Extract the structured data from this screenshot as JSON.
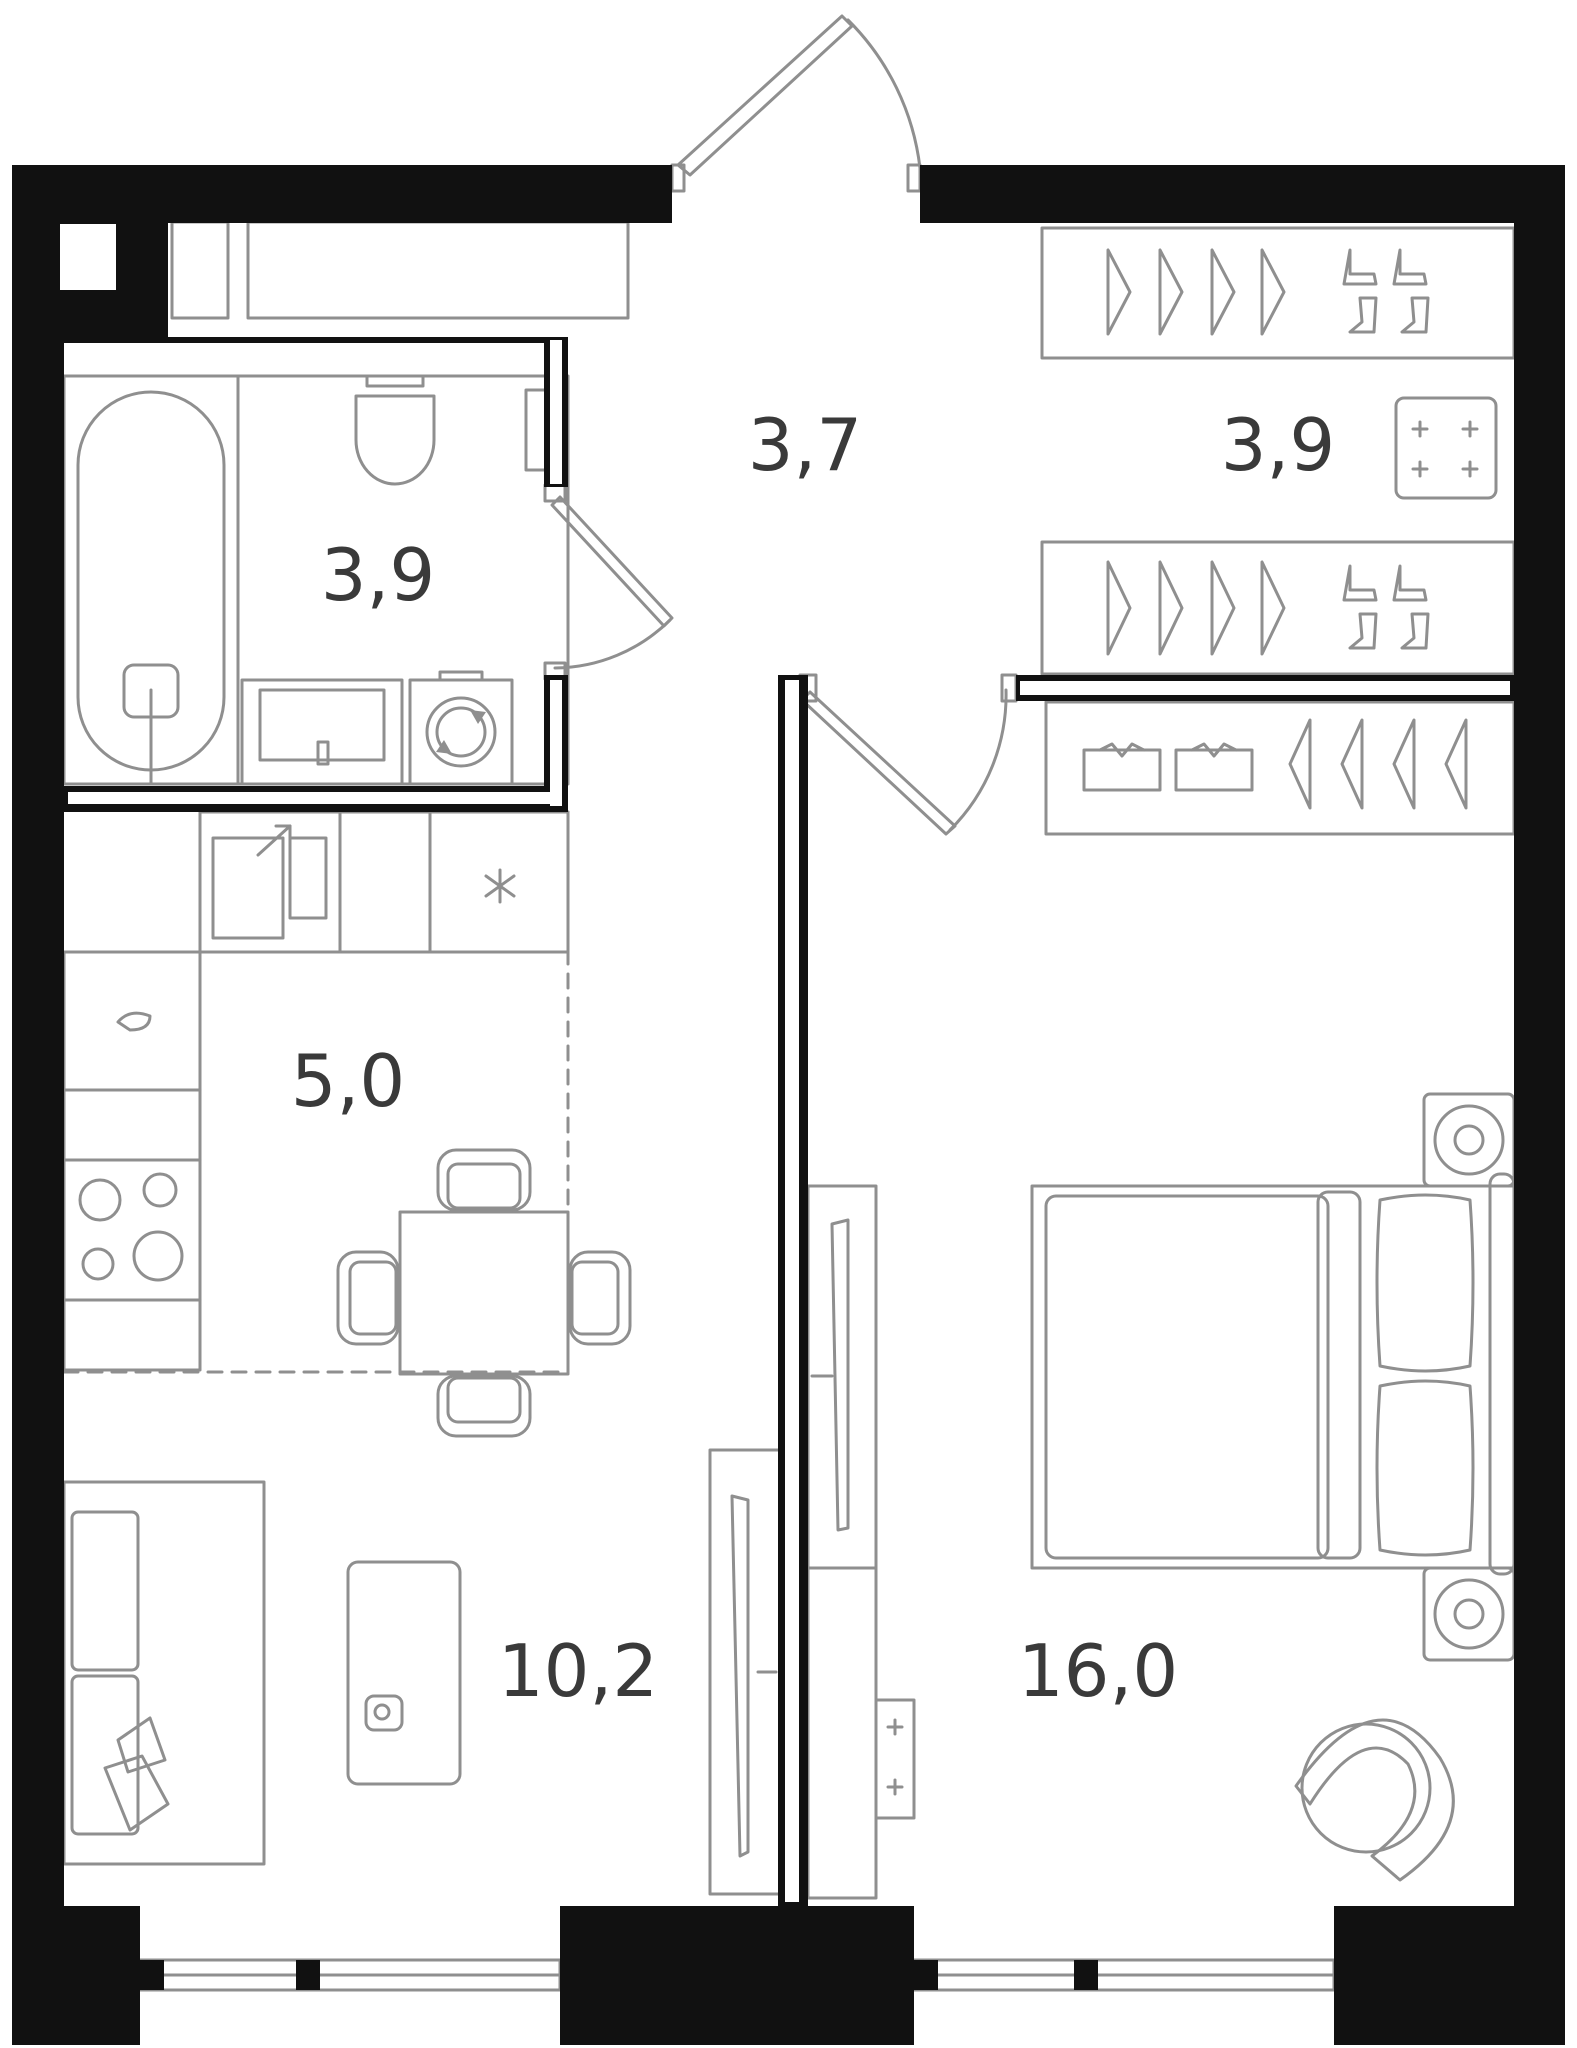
{
  "rooms": [
    {
      "id": "hall",
      "area": "3,7"
    },
    {
      "id": "wardrobe",
      "area": "3,9"
    },
    {
      "id": "bathroom",
      "area": "3,9"
    },
    {
      "id": "kitchen",
      "area": "5,0"
    },
    {
      "id": "living",
      "area": "10,2"
    },
    {
      "id": "bedroom",
      "area": "16,0"
    }
  ],
  "colors": {
    "wall": "#111111",
    "furniture": "#8f8f8f",
    "label": "#3a3a3a"
  }
}
